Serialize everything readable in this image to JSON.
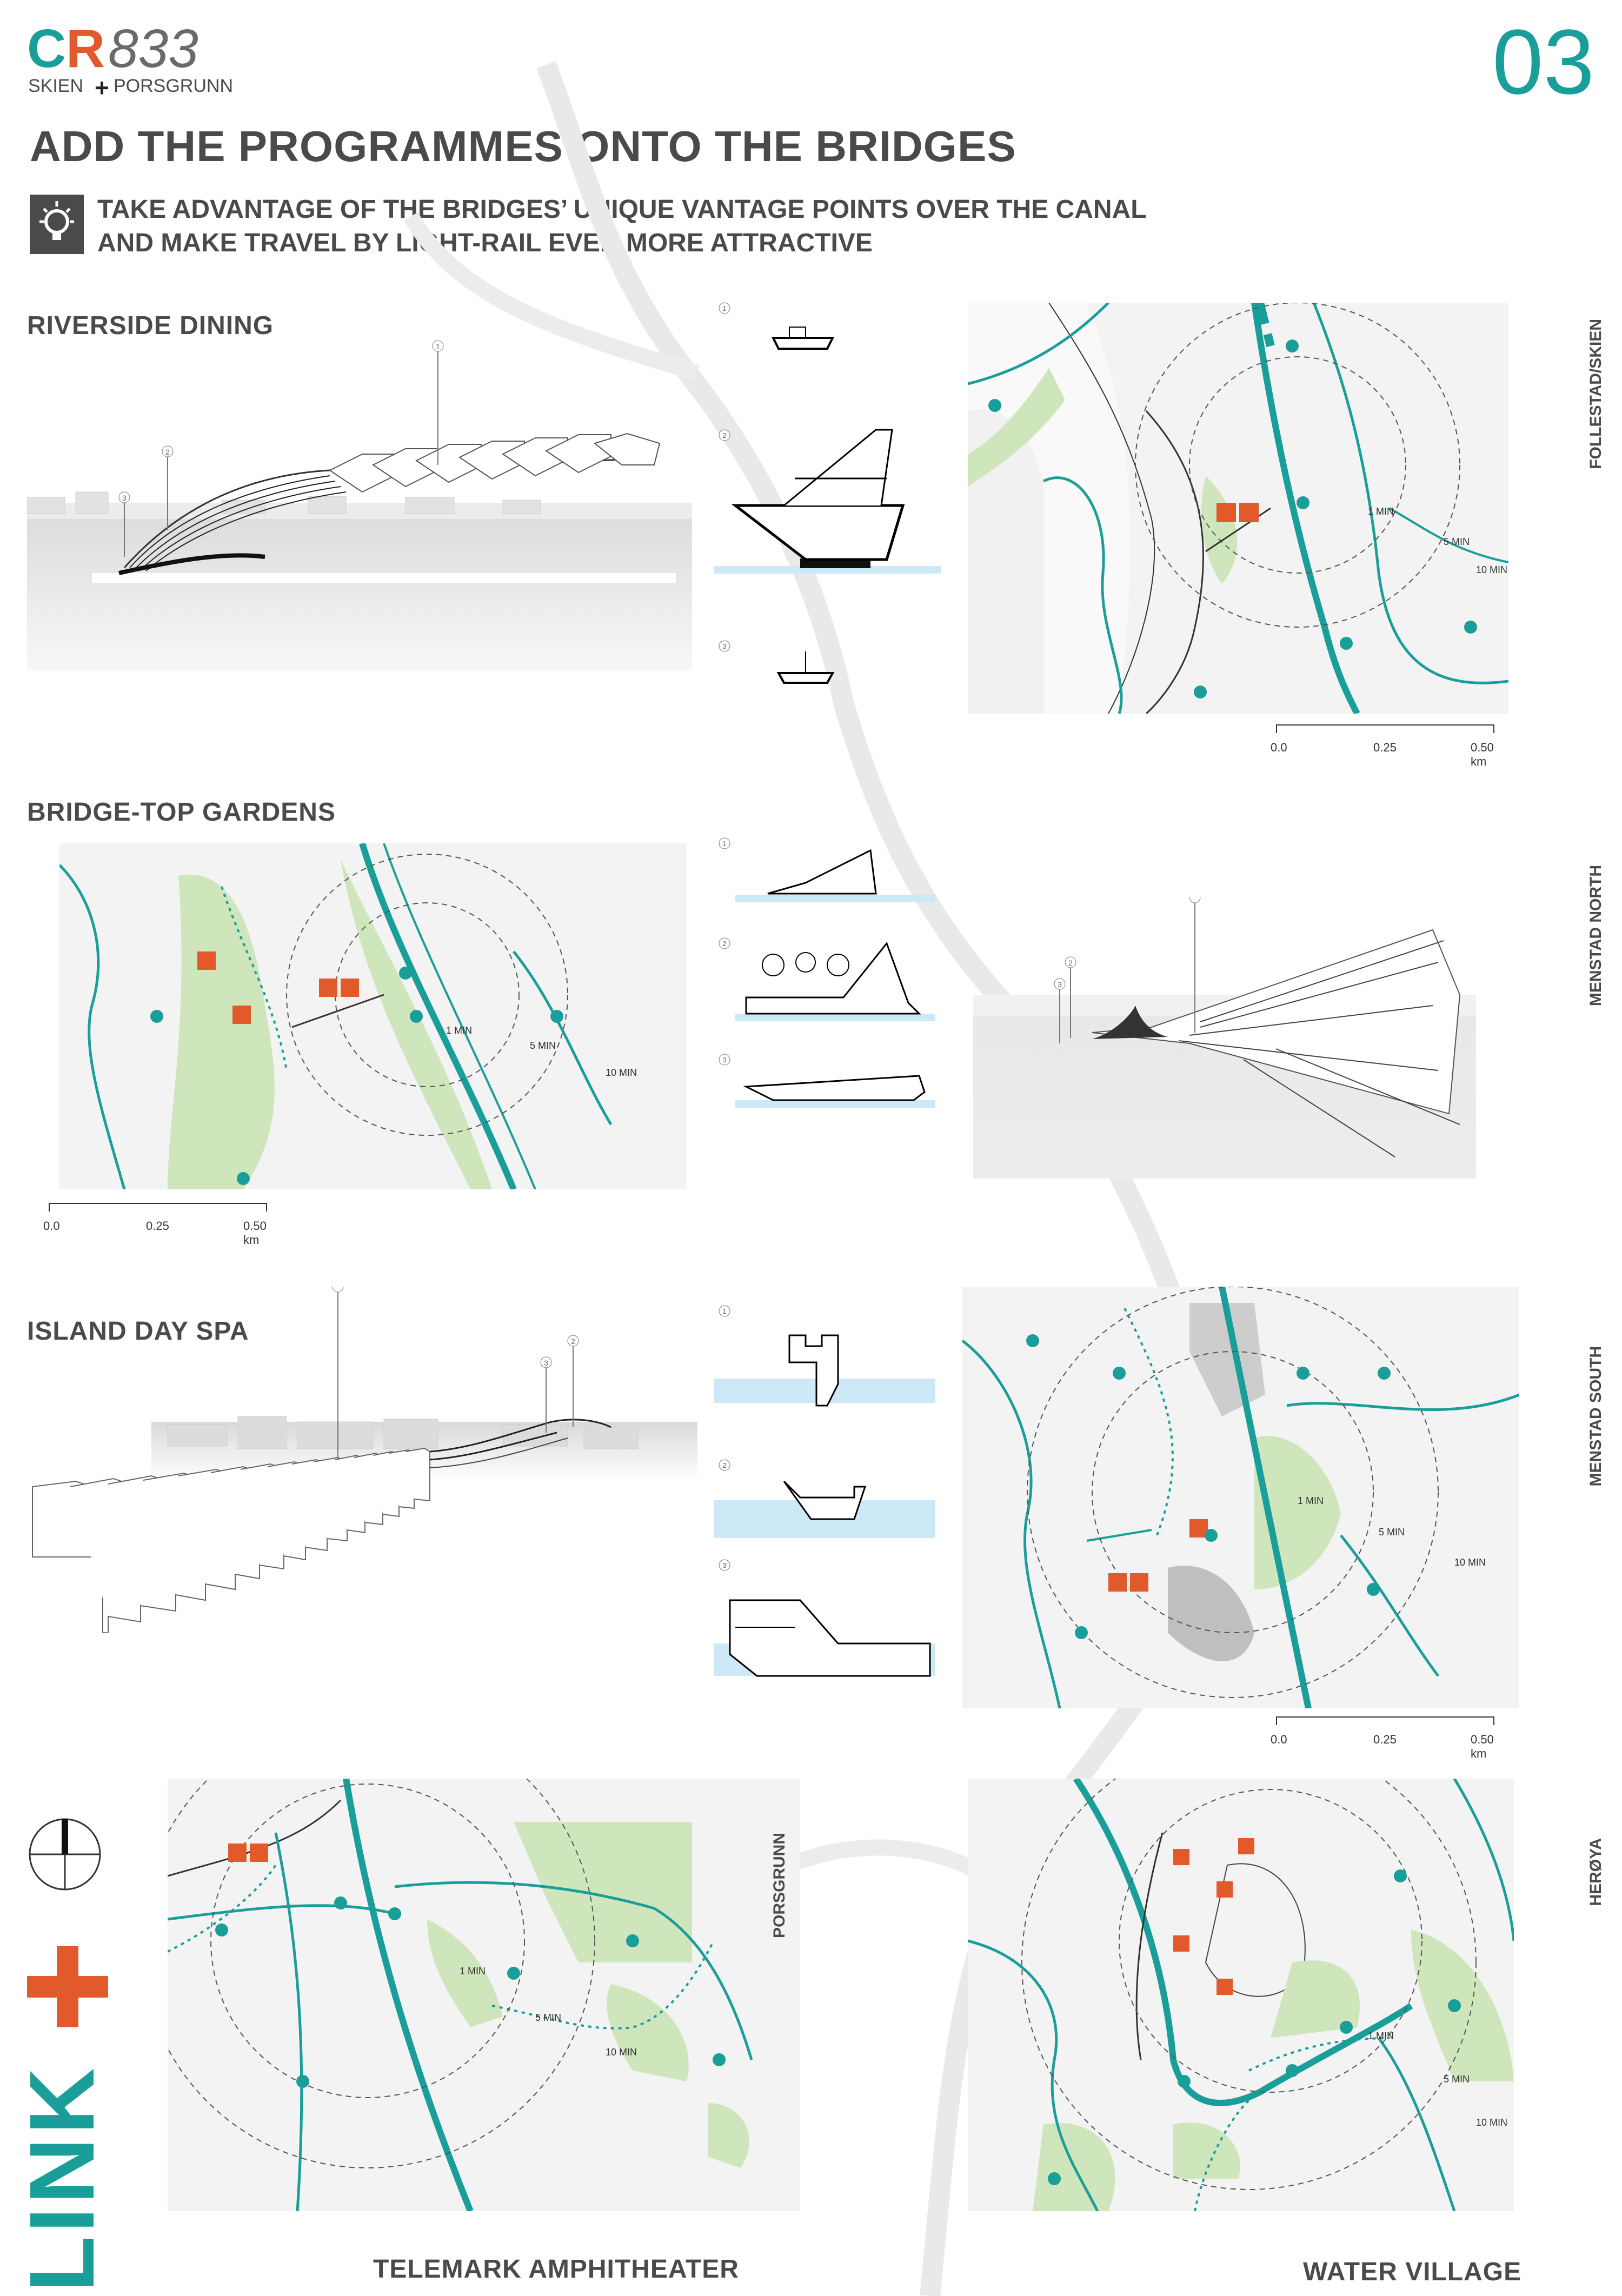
{
  "header": {
    "logo_c": "C",
    "logo_r": "R",
    "logo_num": "833",
    "logo_sub_left": "SKIEN",
    "logo_sub_right": "PORSGRUNN",
    "page_number": "03",
    "title": "ADD THE PROGRAMMES ONTO THE BRIDGES",
    "subtitle_line1": "TAKE ADVANTAGE OF THE BRIDGES’ UNIQUE VANTAGE POINTS OVER THE CANAL",
    "subtitle_line2": "AND MAKE TRAVEL BY LIGHT-RAIL EVEN MORE ATTRACTIVE"
  },
  "sections": {
    "riverside": {
      "title": "RIVERSIDE DINING",
      "location": "FOLLESTAD/SKIEN"
    },
    "gardens": {
      "title": "BRIDGE-TOP GARDENS",
      "location": "MENSTAD NORTH"
    },
    "spa": {
      "title": "ISLAND DAY SPA",
      "location": "MENSTAD SOUTH"
    },
    "amphi": {
      "title": "TELEMARK AMPHITHEATER",
      "location": "PORSGRUNN"
    },
    "village": {
      "title": "WATER VILLAGE",
      "location": "HERØYA"
    }
  },
  "markers": {
    "n1": "1",
    "n2": "2",
    "n3": "3"
  },
  "walk": {
    "m1": "1 MIN",
    "m5": "5 MIN",
    "m10": "10 MIN"
  },
  "scalebar": {
    "s0": "0.0",
    "s25": "0.25",
    "s50": "0.50  km"
  },
  "brand": {
    "link": "LINK"
  },
  "colors": {
    "teal": "#1a9e9a",
    "orange": "#e2592b",
    "green": "#cfe6bd",
    "water": "#cde8f6",
    "grey": "#4a4a4a"
  }
}
